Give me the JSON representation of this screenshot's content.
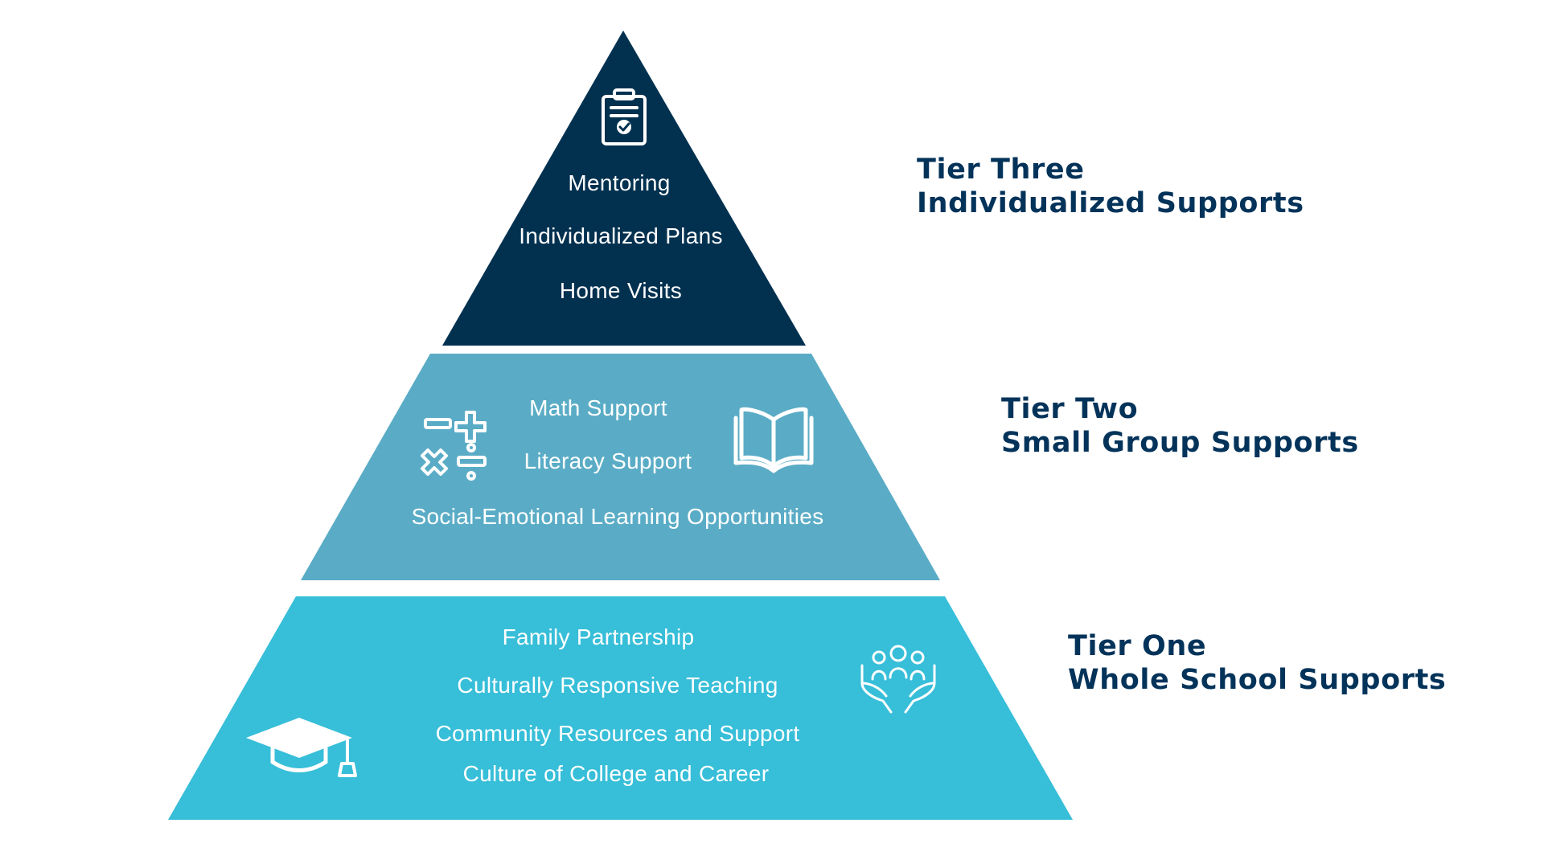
{
  "colors": {
    "tier_three": "#023150",
    "tier_two": "#5aacc6",
    "tier_one": "#37bed8",
    "label_text": "#04335a",
    "item_text": "#ffffff"
  },
  "tiers": [
    {
      "name": "Tier Three",
      "subtitle": "Individualized Supports",
      "icons": [
        "clipboard-check-icon"
      ],
      "items": [
        "Mentoring",
        "Individualized Plans",
        "Home Visits"
      ]
    },
    {
      "name": "Tier Two",
      "subtitle": "Small Group Supports",
      "icons": [
        "math-symbols-icon",
        "open-book-icon"
      ],
      "items": [
        "Math Support",
        "Literacy Support",
        "Social-Emotional Learning Opportunities"
      ]
    },
    {
      "name": "Tier One",
      "subtitle": "Whole School Supports",
      "icons": [
        "graduation-cap-icon",
        "community-hands-icon"
      ],
      "items": [
        "Family Partnership",
        "Culturally Responsive Teaching",
        "Community Resources and Support",
        "Culture of College and Career"
      ]
    }
  ]
}
